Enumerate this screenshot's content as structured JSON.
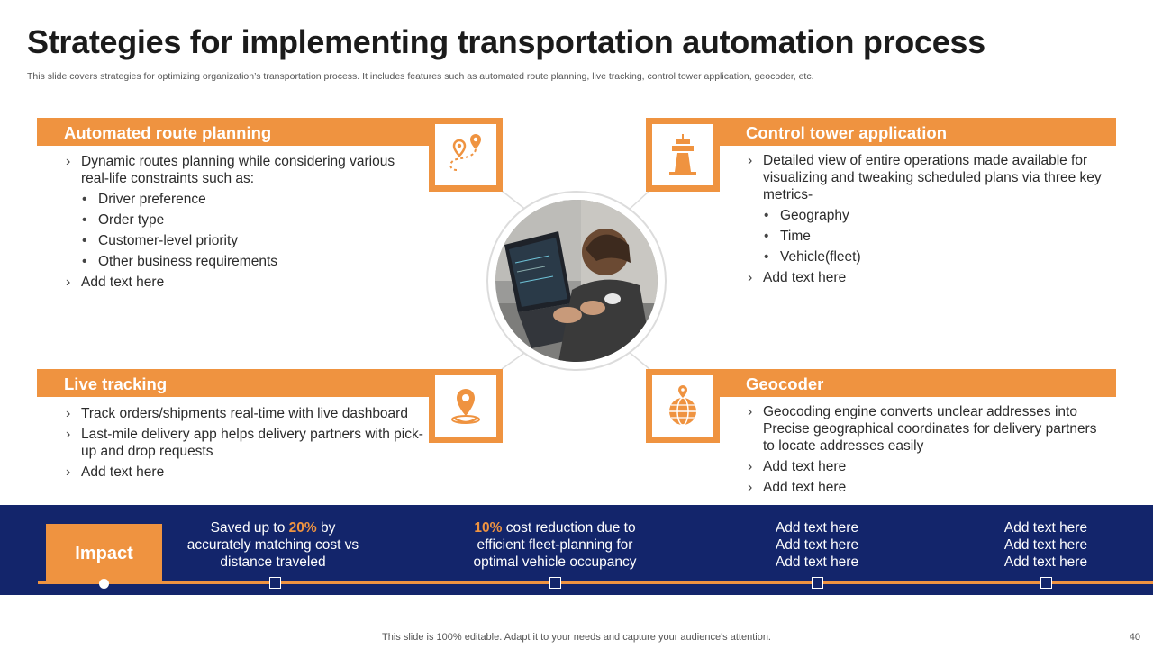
{
  "title": "Strategies for implementing transportation automation process",
  "subtitle": "This slide covers strategies for optimizing organization’s transportation process. It includes features such as automated route planning, live tracking, control tower application, geocoder, etc.",
  "panels": {
    "route": {
      "heading": "Automated route planning",
      "icon": "route-pins-icon",
      "item1": "Dynamic routes planning while considering various real-life constraints such as:",
      "subs": [
        "Driver preference",
        "Order type",
        "Customer-level priority",
        "Other business requirements"
      ],
      "item2": "Add text here"
    },
    "control": {
      "heading": "Control tower application",
      "icon": "control-tower-icon",
      "item1": "Detailed view of entire operations made available for visualizing and tweaking scheduled plans via three key metrics-",
      "subs": [
        "Geography",
        "Time",
        "Vehicle(fleet)"
      ],
      "item2": "Add text here"
    },
    "live": {
      "heading": "Live tracking",
      "icon": "location-pin-icon",
      "items": [
        "Track orders/shipments real-time with live dashboard",
        "Last-mile delivery app helps delivery partners with pick-up and drop requests",
        "Add text here"
      ]
    },
    "geo": {
      "heading": "Geocoder",
      "icon": "globe-pin-icon",
      "items": [
        "Geocoding engine converts unclear addresses into Precise geographical coordinates for delivery partners to locate addresses easily",
        "Add text here",
        "Add text here"
      ]
    }
  },
  "impact": {
    "label": "Impact",
    "col1": {
      "pre": "Saved up to ",
      "highlight": "20%",
      "post": " by accurately matching cost vs distance traveled"
    },
    "col2": {
      "highlight": "10%",
      "post": " cost reduction due to efficient fleet-planning for optimal vehicle occupancy"
    },
    "col3": [
      "Add text here",
      "Add text here",
      "Add text here"
    ],
    "col4": [
      "Add text here",
      "Add text here",
      "Add text here"
    ]
  },
  "footer": "This slide is 100% editable. Adapt it to your needs and capture your audience's attention.",
  "page_number": "40",
  "colors": {
    "accent": "#ef9340",
    "navy": "#13256b"
  }
}
